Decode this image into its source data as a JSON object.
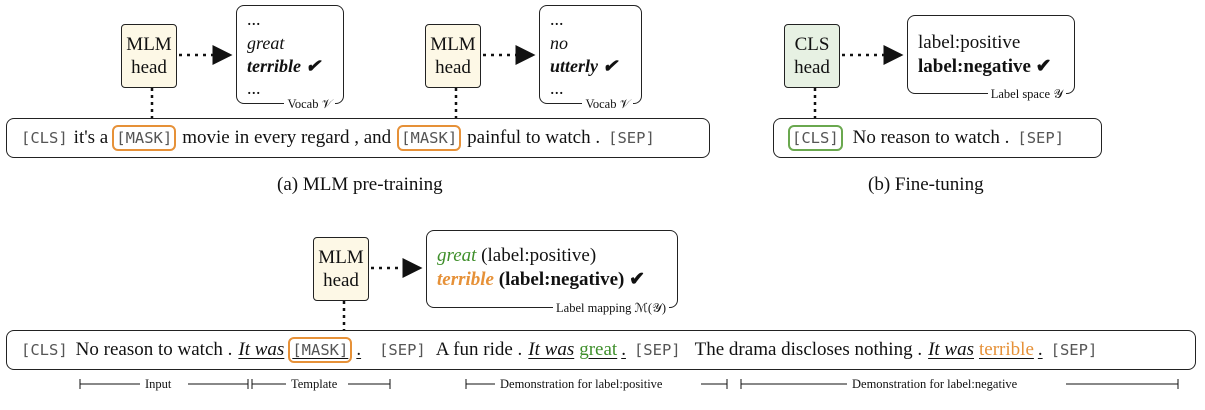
{
  "panel_a": {
    "head1": {
      "line1": "MLM",
      "line2": "head"
    },
    "vocab1": {
      "dots_top": "...",
      "word1": "great",
      "word2": "terrible ✔",
      "dots_bottom": "...",
      "caption": "Vocab 𝒱"
    },
    "head2": {
      "line1": "MLM",
      "line2": "head"
    },
    "vocab2": {
      "dots_top": "...",
      "word1": "no",
      "word2": "utterly ✔",
      "dots_bottom": "...",
      "caption": "Vocab 𝒱"
    },
    "sentence": {
      "cls": "[CLS]",
      "t1": "it's a",
      "mask1": "[MASK]",
      "t2": "movie in every regard , and",
      "mask2": "[MASK]",
      "t3": "painful to watch .",
      "sep": "[SEP]"
    },
    "caption": "(a) MLM pre-training"
  },
  "panel_b": {
    "head": {
      "line1": "CLS",
      "line2": "head"
    },
    "labels": {
      "label1": "label:positive",
      "label2": "label:negative ✔",
      "caption": "Label space 𝒴"
    },
    "sentence": {
      "cls": "[CLS]",
      "text": "No reason to watch .",
      "sep": "[SEP]"
    },
    "caption": "(b) Fine-tuning"
  },
  "panel_c": {
    "head": {
      "line1": "MLM",
      "line2": "head"
    },
    "mapping": {
      "word1": "great",
      "label1": "(label:positive)",
      "word2": "terrible",
      "label2": "(label:negative) ✔",
      "caption": "Label mapping ℳ(𝒴)"
    },
    "sentence": {
      "cls": "[CLS]",
      "input": "No reason to watch .",
      "tpl_prefix": "It was",
      "mask": "[MASK]",
      "tpl_end": ".",
      "sep1": "[SEP]",
      "demo1_text": "A fun ride .",
      "demo1_prefix": "It was",
      "demo1_word": "great",
      "demo1_end": ".",
      "sep2": "[SEP]",
      "demo2_text": "The drama discloses nothing .",
      "demo2_prefix": "It was",
      "demo2_word": "terrible",
      "demo2_end": ".",
      "sep3": "[SEP]"
    },
    "spans": {
      "input": "Input",
      "template": "Template",
      "demo_pos": "Demonstration for label:positive",
      "demo_neg": "Demonstration for label:negative"
    }
  },
  "colors": {
    "mask_border": "#e69138",
    "cls_border": "#6aa84f",
    "positive_word": "#3f8f2b",
    "negative_word": "#e69138",
    "mlm_head_fill": "#fdf8e6",
    "cls_head_fill": "#e7f1e3"
  }
}
